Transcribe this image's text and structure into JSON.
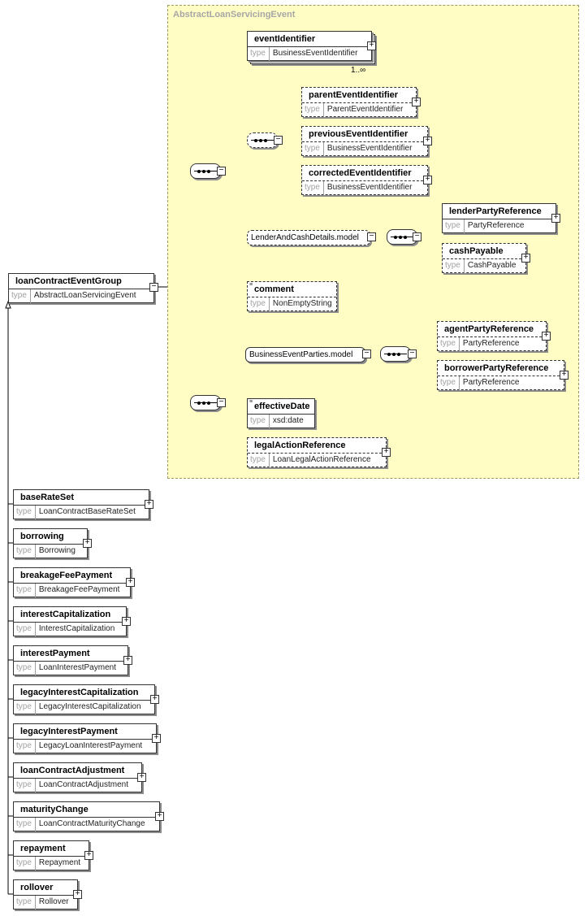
{
  "group": {
    "title": "AbstractLoanServicingEvent"
  },
  "type_label": "type",
  "plus": "+",
  "minus": "−",
  "root": {
    "name": "loanContractEventGroup",
    "type": "AbstractLoanServicingEvent"
  },
  "event_identifier": {
    "name": "eventIdentifier",
    "type": "BusinessEventIdentifier",
    "cardinality": "1..∞"
  },
  "parent_event": {
    "name": "parentEventIdentifier",
    "type": "ParentEventIdentifier"
  },
  "previous_event": {
    "name": "previousEventIdentifier",
    "type": "BusinessEventIdentifier"
  },
  "corrected_event": {
    "name": "correctedEventIdentifier",
    "type": "BusinessEventIdentifier"
  },
  "lender_model": {
    "name": "LenderAndCashDetails.model"
  },
  "lender_party": {
    "name": "lenderPartyReference",
    "type": "PartyReference"
  },
  "cash_payable": {
    "name": "cashPayable",
    "type": "CashPayable"
  },
  "comment": {
    "name": "comment",
    "type": "NonEmptyString"
  },
  "parties_model": {
    "name": "BusinessEventParties.model"
  },
  "agent_party": {
    "name": "agentPartyReference",
    "type": "PartyReference"
  },
  "borrower_party": {
    "name": "borrowerPartyReference",
    "type": "PartyReference"
  },
  "effective_date": {
    "name": "effectiveDate",
    "type": "xsd:date"
  },
  "legal_action": {
    "name": "legalActionReference",
    "type": "LoanLegalActionReference"
  },
  "substitutions": [
    {
      "name": "baseRateSet",
      "type": "LoanContractBaseRateSet"
    },
    {
      "name": "borrowing",
      "type": "Borrowing"
    },
    {
      "name": "breakageFeePayment",
      "type": "BreakageFeePayment"
    },
    {
      "name": "interestCapitalization",
      "type": "InterestCapitalization"
    },
    {
      "name": "interestPayment",
      "type": "LoanInterestPayment"
    },
    {
      "name": "legacyInterestCapitalization",
      "type": "LegacyInterestCapitalization"
    },
    {
      "name": "legacyInterestPayment",
      "type": "LegacyLoanInterestPayment"
    },
    {
      "name": "loanContractAdjustment",
      "type": "LoanContractAdjustment"
    },
    {
      "name": "maturityChange",
      "type": "LoanContractMaturityChange"
    },
    {
      "name": "repayment",
      "type": "Repayment"
    },
    {
      "name": "rollover",
      "type": "Rollover"
    }
  ]
}
